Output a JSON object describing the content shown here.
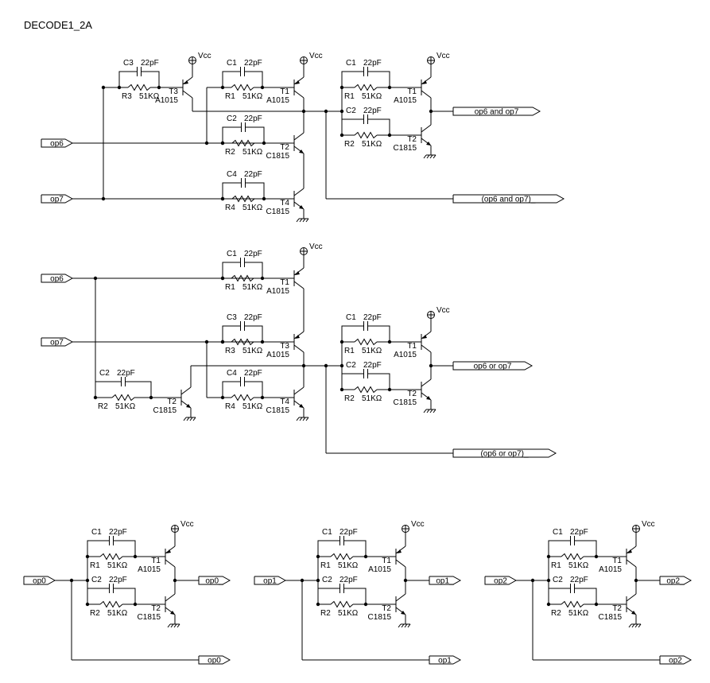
{
  "title": "DECODE1_2A",
  "labels": {
    "vcc": "Vcc",
    "cap_value": "22pF",
    "res_value": "51KΩ",
    "pnp": "A1015",
    "npn": "C1815",
    "c1": "C1",
    "c2": "C2",
    "c3": "C3",
    "c4": "C4",
    "r1": "R1",
    "r2": "R2",
    "r3": "R3",
    "r4": "R4",
    "t1": "T1",
    "t2": "T2",
    "t3": "T3",
    "t4": "T4"
  },
  "ports": {
    "op6": "op6",
    "op7": "op7",
    "op0": "op0",
    "op1": "op1",
    "op2": "op2",
    "op0_": "op0_",
    "op1_": "op1_",
    "op2_": "op2_",
    "and_out": "op6 and op7",
    "and_out_n": "(op6 and op7)_",
    "or_out": "op6 or op7",
    "or_out_n": "(op6 or op7)_"
  }
}
